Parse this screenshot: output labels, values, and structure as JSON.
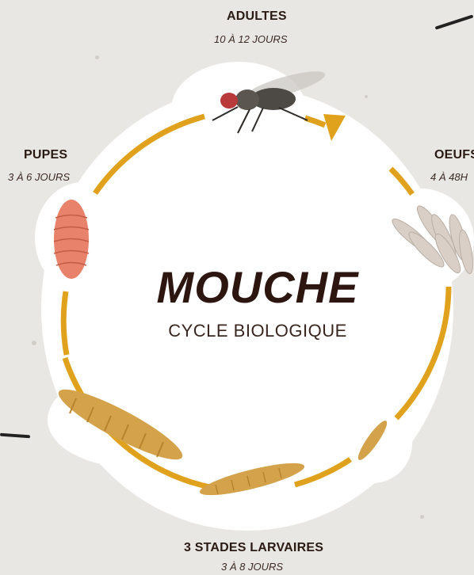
{
  "center": {
    "title": "MOUCHE",
    "subtitle": "CYCLE BIOLOGIQUE"
  },
  "stages": {
    "adultes": {
      "title": "ADULTES",
      "duration": "10 À 12 JOURS",
      "icon": "fly-icon"
    },
    "oeufs": {
      "title": "OEUFS",
      "duration": "4 À 48H",
      "icon": "eggs-icon"
    },
    "larves": {
      "title": "3 STADES LARVAIRES",
      "duration": "3 À 8 JOURS",
      "icon": "larva-icon"
    },
    "pupes": {
      "title": "PUPES",
      "duration": "3 À 6 JOURS",
      "icon": "pupa-icon"
    }
  },
  "colors": {
    "cycle_ring": "#e0a21d",
    "background": "#e9e7e3",
    "text_dark": "#2c160f",
    "larva": "#d4a24a",
    "pupa": "#e8826a"
  }
}
